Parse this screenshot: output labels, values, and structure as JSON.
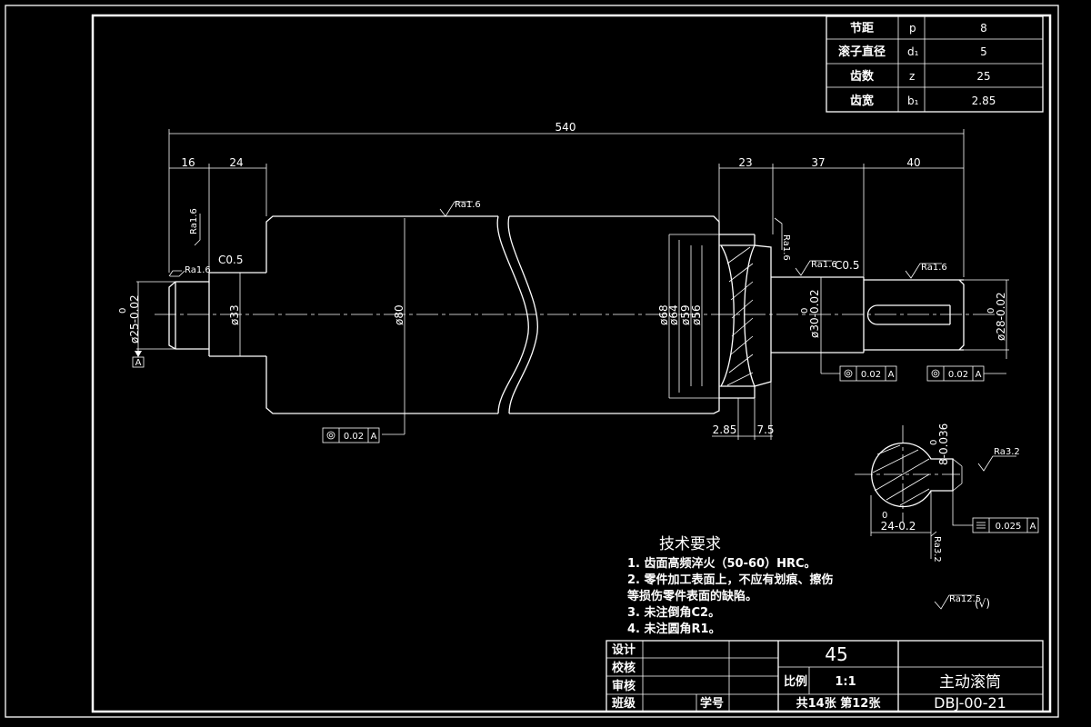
{
  "param_table": {
    "rows": [
      {
        "label": "节距",
        "symbol": "p",
        "value": "8"
      },
      {
        "label": "滚子直径",
        "symbol": "d₁",
        "value": "5"
      },
      {
        "label": "齿数",
        "symbol": "z",
        "value": "25"
      },
      {
        "label": "齿宽",
        "symbol": "b₁",
        "value": "2.85"
      }
    ]
  },
  "dimensions": {
    "overall": "540",
    "d16": "16",
    "d24": "24",
    "d23": "23",
    "d37": "37",
    "d40": "40",
    "d285": "2.85",
    "d75": "7.5",
    "c05_left": "C0.5",
    "c05_right": "C0.5",
    "dia25": "ø25-0.02",
    "dia25_tol": "0",
    "dia33": "ø33",
    "dia80": "ø80",
    "dia68": "ø68",
    "dia64": "ø64",
    "dia59": "ø59",
    "dia56": "ø56",
    "dia30": "ø30-0.02",
    "dia30_tol": "0",
    "dia28": "ø28-0.02",
    "dia28_tol": "0",
    "key_width": "8-0.036",
    "key_width_tol": "0",
    "key_depth": "24-0.2",
    "key_depth_tol": "0",
    "datum": "A"
  },
  "roughness": {
    "ra16": "Ra1.6",
    "ra32": "Ra3.2",
    "general": "Ra12.5",
    "general_mark": "(√)"
  },
  "tolerances": {
    "coax": "0.02",
    "sym": "0.025",
    "datum": "A"
  },
  "tech_requirements": {
    "title": "技术要求",
    "lines": [
      "1. 齿面高频淬火（50-60）HRC。",
      "2. 零件加工表面上，不应有划痕、擦伤",
      "等损伤零件表面的缺陷。",
      "3. 未注倒角C2。",
      "4. 未注圆角R1。"
    ]
  },
  "title_block": {
    "design": "设计",
    "check": "校核",
    "review": "审核",
    "class": "班级",
    "student_no": "学号",
    "material": "45",
    "scale_label": "比例",
    "scale": "1:1",
    "sheets": "共14张 第12张",
    "part_name": "主动滚筒",
    "drawing_no": "DBJ-00-21"
  }
}
